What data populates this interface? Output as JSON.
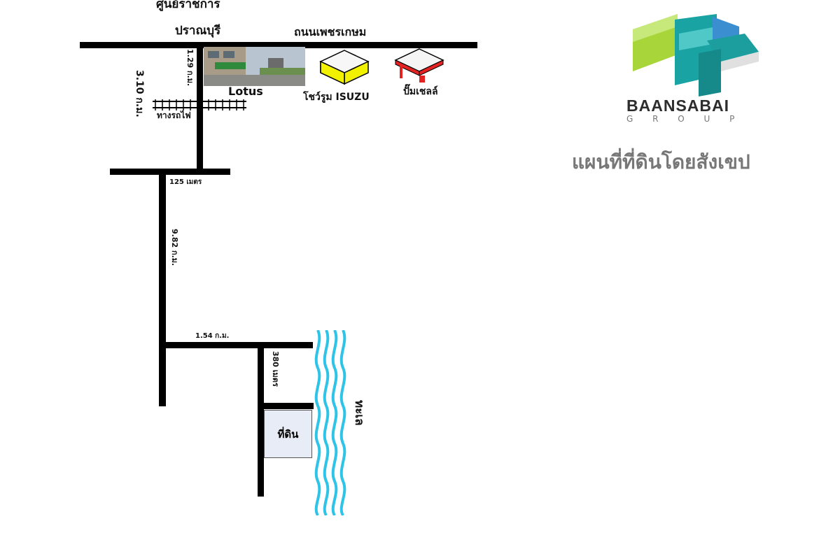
{
  "map": {
    "top_label_line1": "ศูนย์ราชการ",
    "top_label_line2": "ปราณบุรี",
    "main_road": "ถนนเพชรเกษม",
    "dist_1": "1.29 ก.ม.",
    "dist_2": "3.10 ก.ม.",
    "railway": "ทางรถไฟ",
    "lotus": "Lotus",
    "isuzu": "โชว์รูม ISUZU",
    "gas_station": "ปั๊มเชลล์",
    "dist_3": "125 เมตร",
    "dist_4": "9.82 ก.ม.",
    "dist_5": "1.54 ก.ม.",
    "dist_6": "380 เมตร",
    "land": "ที่ดิน",
    "sea": "ทะเล"
  },
  "brand": {
    "name": "BAANSABAI",
    "sub": "G R O U P",
    "subtitle": "แผนที่ที่ดินโดยสังเขป",
    "colors": {
      "green": "#9acd32",
      "teal": "#1aa3a3",
      "blue": "#3b8fd0",
      "dark": "#333333",
      "gray": "#777777"
    }
  },
  "colors": {
    "road": "#000000",
    "sea": "#2ec4e8",
    "isuzu": "#f2f200",
    "shell_red": "#e52222",
    "land": "#e8ecf6"
  }
}
